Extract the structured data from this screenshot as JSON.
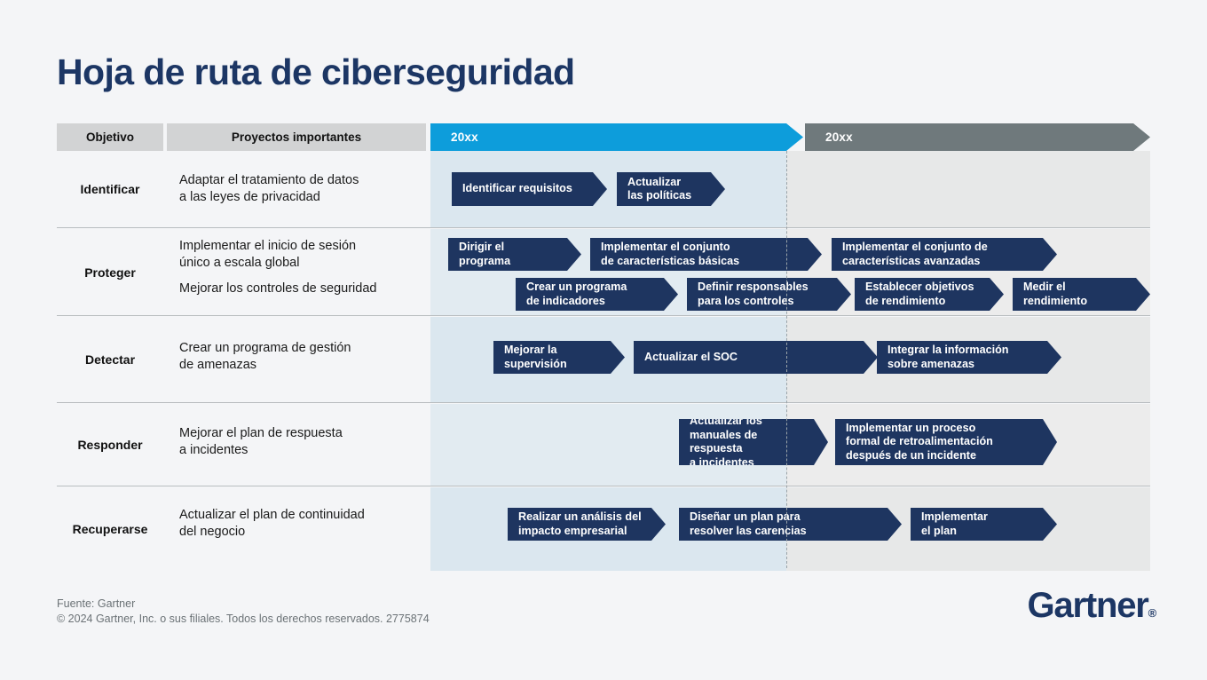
{
  "page": {
    "title": "Hoja de ruta de ciberseguridad",
    "background": "#f4f5f7",
    "navy": "#1e3560",
    "cyan": "#0d9ddb",
    "gray": "#6f797c"
  },
  "header": {
    "col_objective": "Objetivo",
    "col_projects": "Proyectos importantes",
    "year_1": "20xx",
    "year_2": "20xx"
  },
  "rows": [
    {
      "objective": "Identificar",
      "projects": "Adaptar el tratamiento de datos\na las leyes de privacidad",
      "project_lines": [
        "Adaptar el tratamiento de datos",
        "a las leyes de privacidad"
      ],
      "milestones": [
        {
          "label": "Identificar requisitos",
          "lines": [
            "Identificar requisitos"
          ]
        },
        {
          "label": "Actualizar las políticas",
          "lines": [
            "Actualizar",
            "las políticas"
          ]
        }
      ]
    },
    {
      "objective": "Proteger",
      "projects": "Implementar el inicio de sesión único a escala global / Mejorar los controles de seguridad",
      "project_lines": [
        "Implementar el inicio de sesión",
        "único a escala global",
        "",
        "Mejorar los controles de seguridad"
      ],
      "milestones": [
        {
          "label": "Dirigir el programa",
          "lines": [
            "Dirigir el",
            "programa"
          ]
        },
        {
          "label": "Implementar el conjunto de características básicas",
          "lines": [
            "Implementar el conjunto",
            "de características básicas"
          ]
        },
        {
          "label": "Implementar el conjunto de características avanzadas",
          "lines": [
            "Implementar el conjunto de",
            "características avanzadas"
          ]
        },
        {
          "label": "Crear un programa de indicadores",
          "lines": [
            "Crear un programa",
            "de indicadores"
          ]
        },
        {
          "label": "Definir responsables para los controles",
          "lines": [
            "Definir responsables",
            "para los controles"
          ]
        },
        {
          "label": "Establecer objetivos de rendimiento",
          "lines": [
            "Establecer objetivos",
            "de rendimiento"
          ]
        },
        {
          "label": "Medir el rendimiento",
          "lines": [
            "Medir el",
            "rendimiento"
          ]
        }
      ]
    },
    {
      "objective": "Detectar",
      "projects": "Crear un programa de gestión de amenazas",
      "project_lines": [
        "Crear un programa de gestión",
        "de amenazas"
      ],
      "milestones": [
        {
          "label": "Mejorar la supervisión",
          "lines": [
            "Mejorar la",
            "supervisión"
          ]
        },
        {
          "label": "Actualizar el SOC",
          "lines": [
            "Actualizar el SOC"
          ]
        },
        {
          "label": "Integrar la información sobre amenazas",
          "lines": [
            "Integrar la información",
            "sobre amenazas"
          ]
        }
      ]
    },
    {
      "objective": "Responder",
      "projects": "Mejorar el plan de respuesta a incidentes",
      "project_lines": [
        "Mejorar el plan de respuesta",
        "a incidentes"
      ],
      "milestones": [
        {
          "label": "Actualizar los manuales de respuesta a incidentes",
          "lines": [
            "Actualizar los",
            "manuales de respuesta",
            "a incidentes"
          ]
        },
        {
          "label": "Implementar un proceso formal de retroalimentación después de un incidente",
          "lines": [
            "Implementar un proceso",
            "formal de retroalimentación",
            "después de un incidente"
          ]
        }
      ]
    },
    {
      "objective": "Recuperarse",
      "projects": "Actualizar el plan de continuidad del negocio",
      "project_lines": [
        "Actualizar el plan de continuidad",
        "del negocio"
      ],
      "milestones": [
        {
          "label": "Realizar un análisis del impacto empresarial",
          "lines": [
            "Realizar un análisis del",
            "impacto empresarial"
          ]
        },
        {
          "label": "Diseñar un plan para resolver las carencias",
          "lines": [
            "Diseñar un plan para",
            "resolver las carencias"
          ]
        },
        {
          "label": "Implementar el plan",
          "lines": [
            "Implementar",
            "el plan"
          ]
        }
      ]
    }
  ],
  "footer": {
    "source": "Fuente: Gartner",
    "copyright": "© 2024 Gartner, Inc. o sus filiales. Todos los derechos reservados. 2775874",
    "logo": "Gartner",
    "logo_mark": "®"
  }
}
